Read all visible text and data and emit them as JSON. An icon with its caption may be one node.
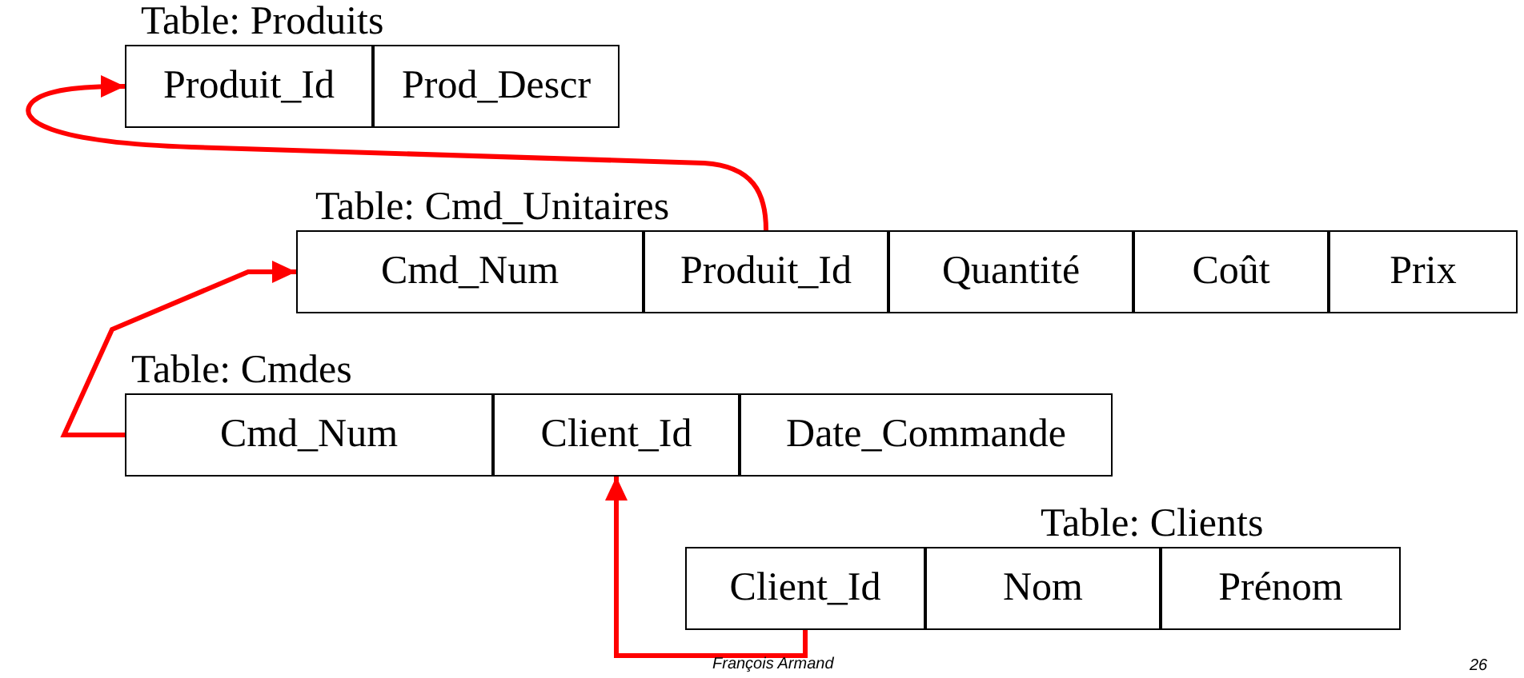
{
  "diagram": {
    "nodes": [
      {
        "text": [
          "Table: Produits"
        ]
      },
      {
        "text": [
          "Produit_Id"
        ],
        "in": 0
      },
      {
        "text": [
          "Prod_Descr"
        ],
        "in": 0
      },
      {
        "text": [
          "Table: Cmd_Unitaires"
        ]
      },
      {
        "text": [
          "Cmd_Num"
        ],
        "in": 3
      },
      {
        "text": [
          "Produit_Id"
        ],
        "in": 3
      },
      {
        "text": [
          "Quantité"
        ],
        "in": 3
      },
      {
        "text": [
          "Coût"
        ],
        "in": 3
      },
      {
        "text": [
          "Prix"
        ],
        "in": 3
      },
      {
        "text": [
          "Table: Cmdes"
        ]
      },
      {
        "text": [
          "Cmd_Num"
        ],
        "in": 9
      },
      {
        "text": [
          "Client_Id"
        ],
        "in": 9
      },
      {
        "text": [
          "Date_Commande"
        ],
        "in": 9
      },
      {
        "text": [
          "Table: Clients"
        ]
      },
      {
        "text": [
          "Client_Id"
        ],
        "in": 13
      },
      {
        "text": [
          "Nom"
        ],
        "in": 13
      },
      {
        "text": [
          "Prénom"
        ],
        "in": 13
      }
    ],
    "edges": [
      {
        "from": 5,
        "to": 1,
        "arrow": "to"
      },
      {
        "from": 10,
        "to": 4,
        "arrow": "to"
      },
      {
        "from": 14,
        "to": 11,
        "arrow": "to"
      }
    ],
    "labels": [
      "François Armand",
      "26"
    ]
  }
}
